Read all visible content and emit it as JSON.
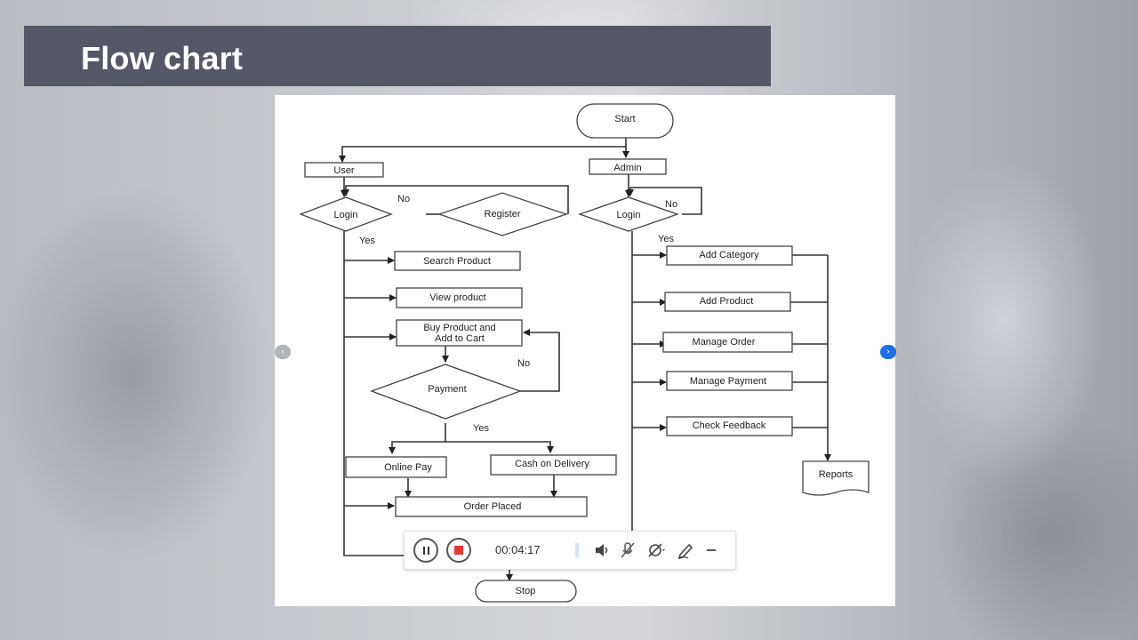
{
  "slide": {
    "title": "Flow chart"
  },
  "flowchart": {
    "nodes": {
      "start": "Start",
      "user": "User",
      "admin": "Admin",
      "user_login": "Login",
      "register": "Register",
      "admin_login": "Login",
      "search_product": "Search Product",
      "view_product": "View product",
      "buy_product_line1": "Buy Product and",
      "buy_product_line2": "Add to Cart",
      "payment": "Payment",
      "online_pay": "Online Pay",
      "cash_on_delivery": "Cash on Delivery",
      "order_placed": "Order Placed",
      "stop": "Stop",
      "add_category": "Add Category",
      "add_product": "Add Product",
      "manage_order": "Manage Order",
      "manage_payment": "Manage Payment",
      "check_feedback": "Check Feedback",
      "reports": "Reports"
    },
    "edge_labels": {
      "user_no": "No",
      "user_yes": "Yes",
      "admin_no": "No",
      "admin_yes": "Yes",
      "payment_no": "No",
      "payment_yes": "Yes"
    }
  },
  "recorder": {
    "timer": "00:04:17",
    "icons": [
      "pause-icon",
      "stop-icon",
      "speaker-icon",
      "mic-muted-icon",
      "camera-off-icon",
      "pen-icon",
      "minimize-icon"
    ],
    "stop_color": "#e53935"
  },
  "colors": {
    "title_bar": "#545766",
    "title_text": "#ffffff",
    "nav_right": "#1e6fe8"
  }
}
